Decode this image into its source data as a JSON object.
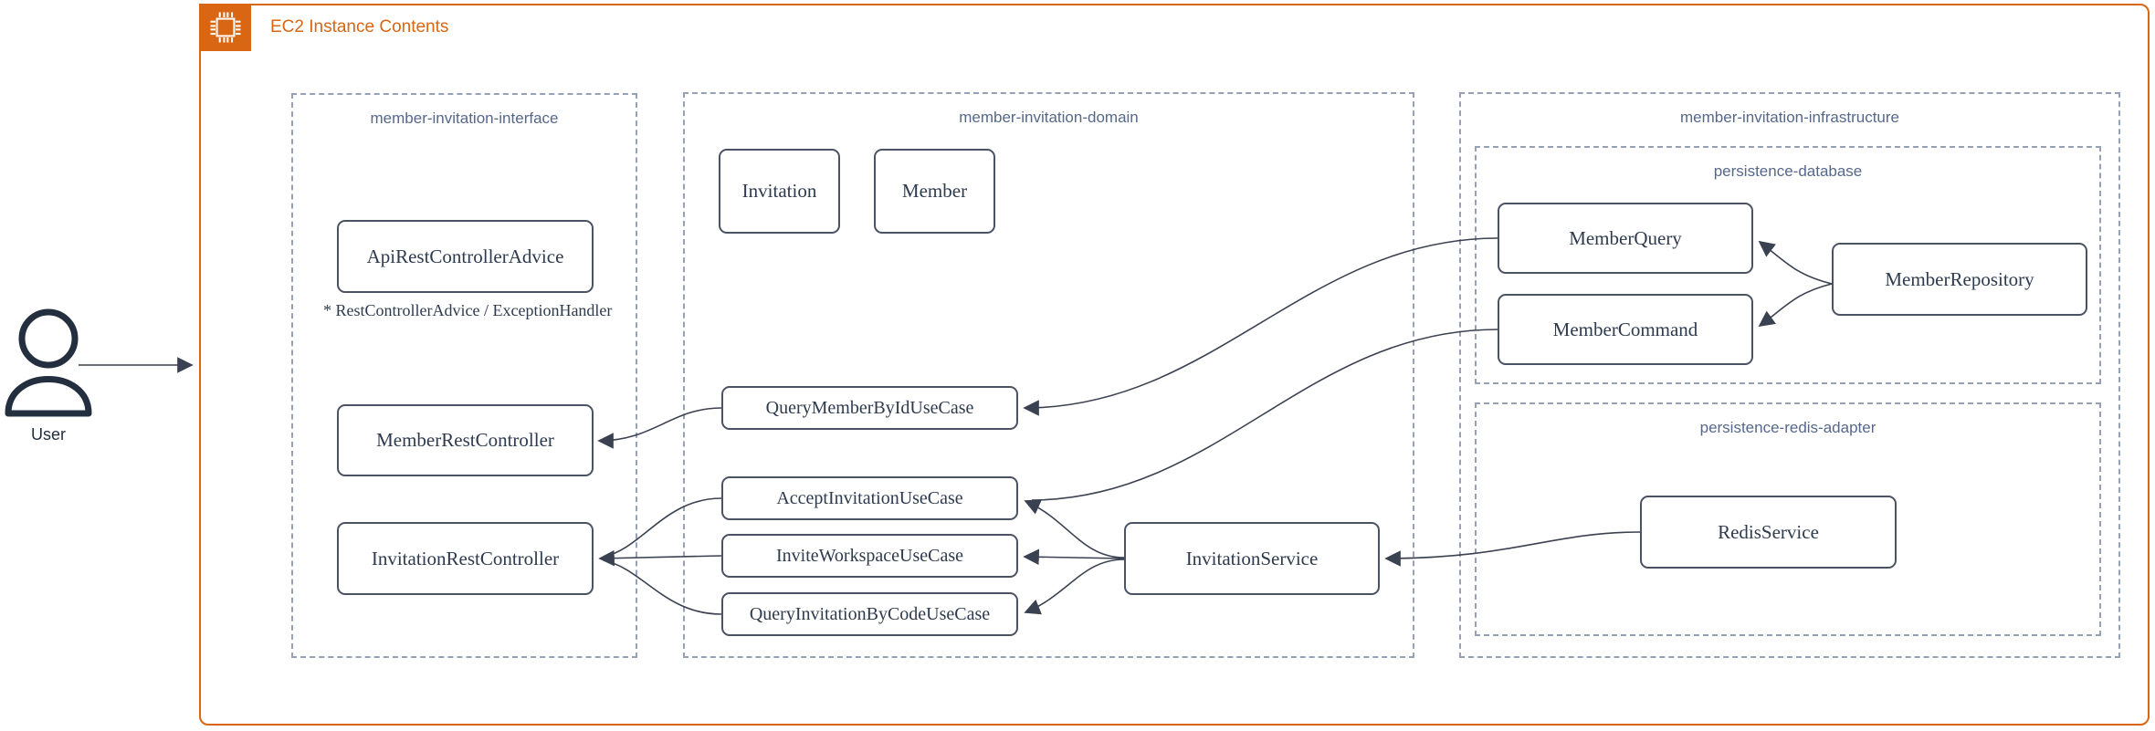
{
  "ec2_group": {
    "title": "EC2 Instance Contents"
  },
  "user": {
    "label": "User"
  },
  "interface_module": {
    "label": "member-invitation-interface",
    "advice_box": "ApiRestControllerAdvice",
    "advice_note": "* RestControllerAdvice / ExceptionHandler",
    "member_controller": "MemberRestController",
    "invitation_controller": "InvitationRestController"
  },
  "domain_module": {
    "label": "member-invitation-domain",
    "invitation_entity": "Invitation",
    "member_entity": "Member",
    "query_member_by_id": "QueryMemberByIdUseCase",
    "accept_invitation": "AcceptInvitationUseCase",
    "invite_workspace": "InviteWorkspaceUseCase",
    "query_invitation_by_code": "QueryInvitationByCodeUseCase",
    "invitation_service": "InvitationService"
  },
  "infrastructure_module": {
    "label": "member-invitation-infrastructure",
    "persistence_database": {
      "label": "persistence-database",
      "member_query": "MemberQuery",
      "member_command": "MemberCommand",
      "member_repository": "MemberRepository"
    },
    "persistence_redis": {
      "label": "persistence-redis-adapter",
      "redis_service": "RedisService"
    }
  },
  "colors": {
    "aws_orange": "#D86613",
    "dashed_border": "#97A1B6",
    "container_label": "#56688A",
    "node_border": "#4A5263",
    "node_text": "#2E3A4D",
    "arrow": "#3A4150"
  }
}
